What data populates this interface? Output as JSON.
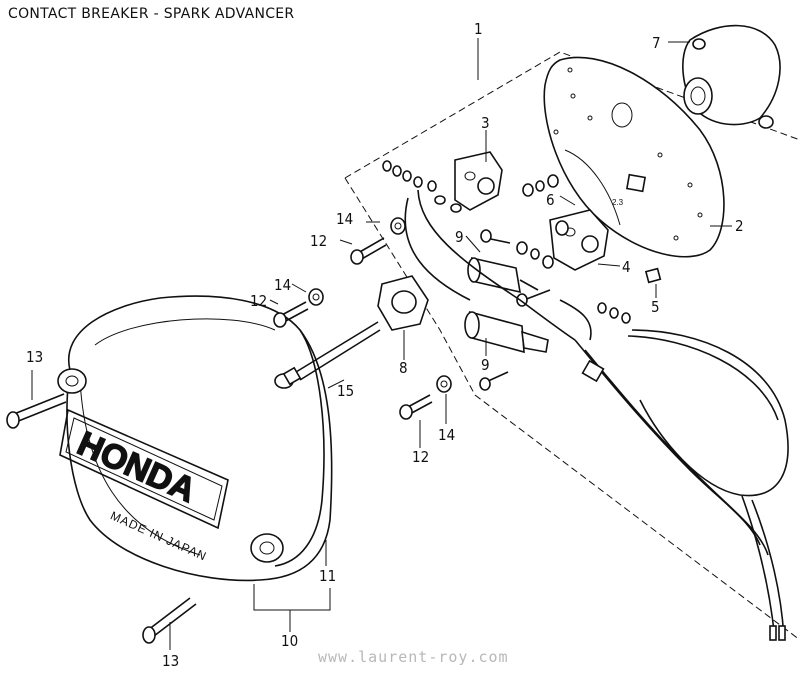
{
  "title": "CONTACT BREAKER - SPARK ADVANCER",
  "watermark": "www.laurent-roy.com",
  "cover_text": {
    "brand": "HONDA",
    "made_in": "MADE IN JAPAN"
  },
  "callouts": {
    "c1": "1",
    "c2": "2",
    "c3": "3",
    "c4": "4",
    "c5": "5",
    "c6": "6",
    "c7": "7",
    "c8": "8",
    "c9a": "9",
    "c9b": "9",
    "c10": "10",
    "c11": "11",
    "c12a": "12",
    "c12b": "12",
    "c12c": "12",
    "c13a": "13",
    "c13b": "13",
    "c14a": "14",
    "c14b": "14",
    "c14c": "14",
    "c15": "15"
  },
  "plate_mark": "2.3"
}
